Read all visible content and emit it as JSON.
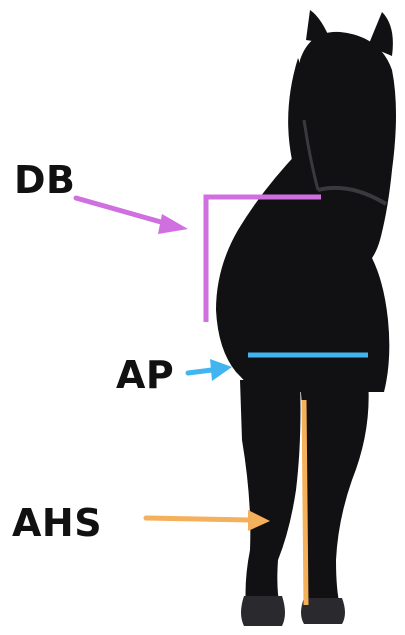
{
  "labels": {
    "db": "DB",
    "ap": "AP",
    "ahs": "AHS"
  },
  "colors": {
    "db": "#cf6fe0",
    "ap": "#42b4f0",
    "ahs": "#f4b05a",
    "horse": "#111114",
    "background": "#ffffff"
  },
  "icons": {
    "db_arrow": "arrow-right-down-icon",
    "ap_arrow": "arrow-right-icon",
    "ahs_arrow": "arrow-right-icon"
  }
}
